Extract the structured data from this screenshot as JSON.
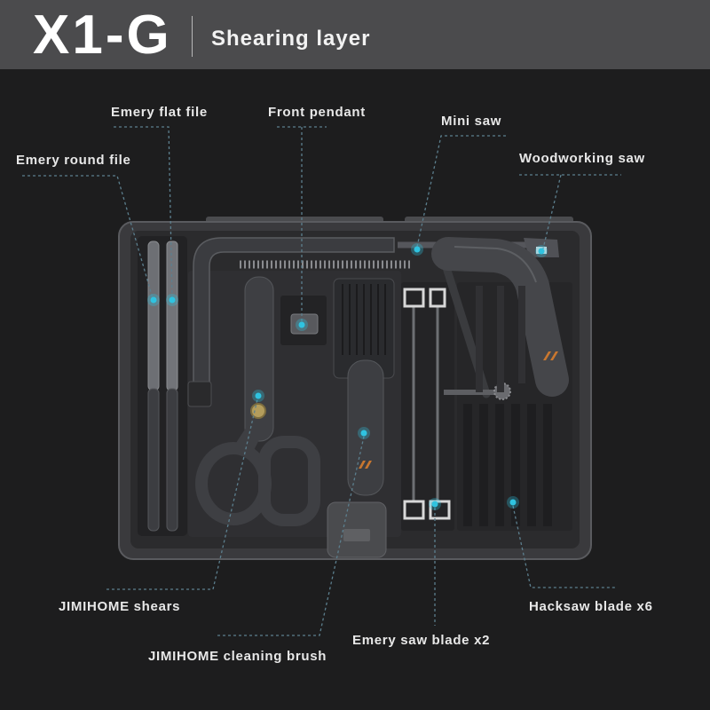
{
  "header": {
    "title": "X1-G",
    "subtitle": "Shearing layer"
  },
  "labels": {
    "emery_flat_file": "Emery flat file",
    "front_pendant": "Front pendant",
    "mini_saw": "Mini saw",
    "emery_round_file": "Emery round file",
    "woodworking_saw": "Woodworking saw",
    "jimihome_shears": "JIMIHOME shears",
    "hacksaw_blade": "Hacksaw blade x6",
    "emery_saw_blade": "Emery saw blade x2",
    "cleaning_brush": "JIMIHOME cleaning brush"
  },
  "colors": {
    "header_bg": "#4b4b4d",
    "background": "#1d1d1e",
    "marker": "#2fc3e0",
    "leader": "#5c7f8e",
    "label_text": "#e8e8e8",
    "logo_accent": "#c9772f"
  }
}
